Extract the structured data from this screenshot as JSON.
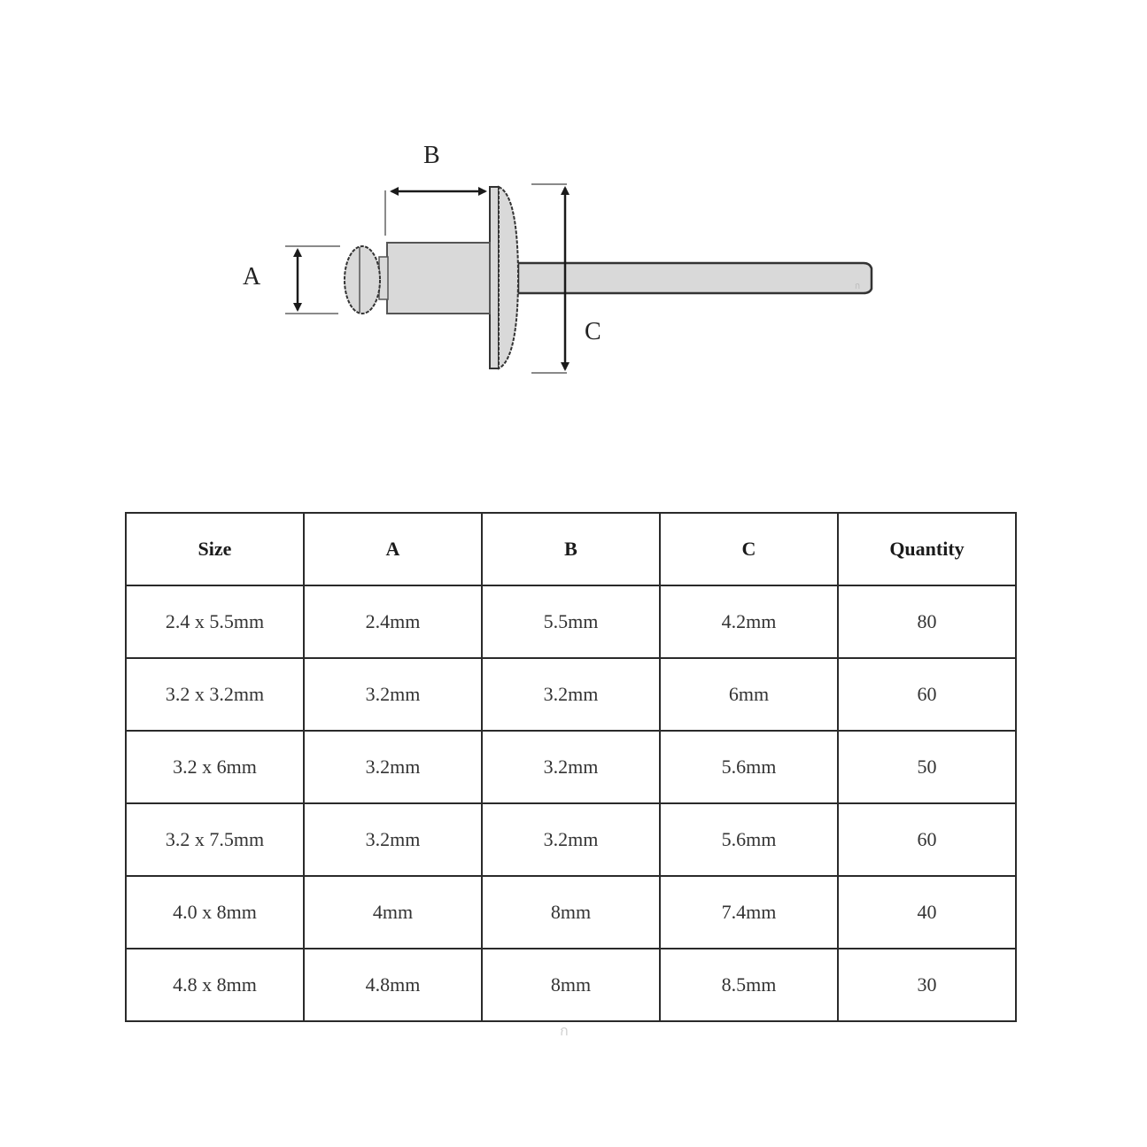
{
  "diagram": {
    "title": "Rivet dimension diagram",
    "labels": {
      "a": "A",
      "b": "B",
      "c": "C"
    },
    "colors": {
      "fill": "#d9d9d9",
      "outline": "#333333",
      "guide": "#8a8a8a",
      "arrow": "#1a1a1a"
    }
  },
  "table": {
    "headers": [
      "Size",
      "A",
      "B",
      "C",
      "Quantity"
    ],
    "rows": [
      [
        "2.4 x 5.5mm",
        "2.4mm",
        "5.5mm",
        "4.2mm",
        "80"
      ],
      [
        "3.2 x 3.2mm",
        "3.2mm",
        "3.2mm",
        "6mm",
        "60"
      ],
      [
        "3.2 x 6mm",
        "3.2mm",
        "3.2mm",
        "5.6mm",
        "50"
      ],
      [
        "3.2 x 7.5mm",
        "3.2mm",
        "3.2mm",
        "5.6mm",
        "60"
      ],
      [
        "4.0 x 8mm",
        "4mm",
        "8mm",
        "7.4mm",
        "40"
      ],
      [
        "4.8 x 8mm",
        "4.8mm",
        "8mm",
        "8.5mm",
        "30"
      ]
    ]
  }
}
